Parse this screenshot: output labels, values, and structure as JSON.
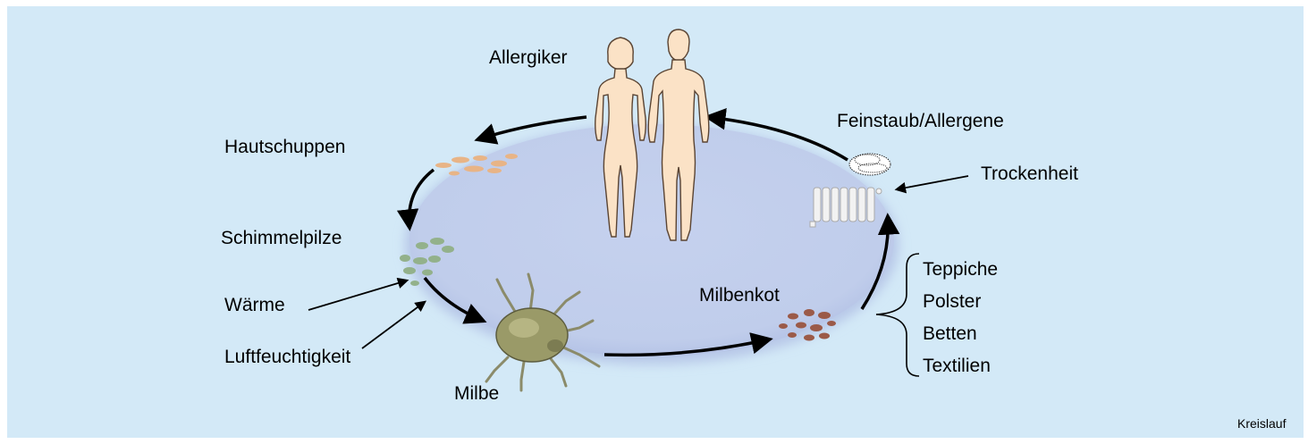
{
  "diagram": {
    "labels": {
      "allergiker": "Allergiker",
      "hautschuppen": "Hautschuppen",
      "feinstaub": "Feinstaub/Allergene",
      "trockenheit": "Trockenheit",
      "schimmelpilze": "Schimmelpilze",
      "waerme": "Wärme",
      "luftfeuchtigkeit": "Luftfeuchtigkeit",
      "milbe": "Milbe",
      "milbenkot": "Milbenkot",
      "teppiche": "Teppiche",
      "polster": "Polster",
      "betten": "Betten",
      "textilien": "Textilien"
    },
    "caption": "Kreislauf"
  },
  "colors": {
    "background": "#d3e9f7",
    "cycle_fill": "#c6d4ef",
    "skin": "#fbe2c6",
    "skin_flake": "#e8b486",
    "mold": "#93b18b",
    "mite_feces": "#9b5a48",
    "mite_body": "#9a9a68",
    "arrow": "#000000"
  }
}
